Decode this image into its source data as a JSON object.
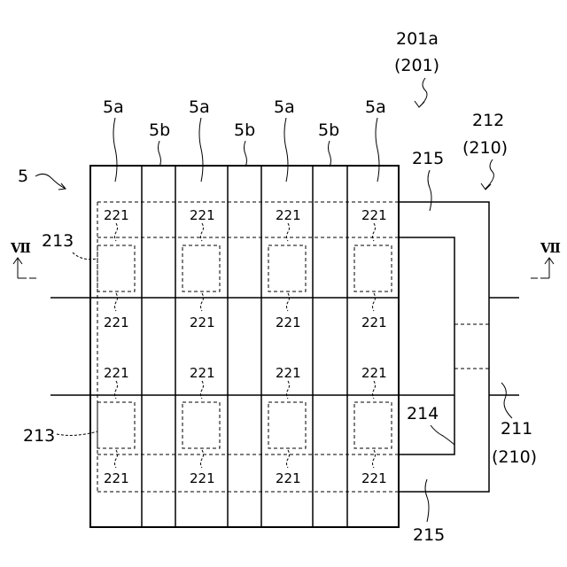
{
  "labels": {
    "ref_201a": "201a",
    "ref_201": "(201)",
    "ref_212": "212",
    "ref_210_top": "(210)",
    "ref_5": "5",
    "ref_5a": "5a",
    "ref_5b": "5b",
    "ref_215": "215",
    "ref_213": "213",
    "ref_214": "214",
    "ref_211": "211",
    "ref_210_bottom": "(210)",
    "ref_221": "221",
    "section_mark": "Ⅶ"
  }
}
